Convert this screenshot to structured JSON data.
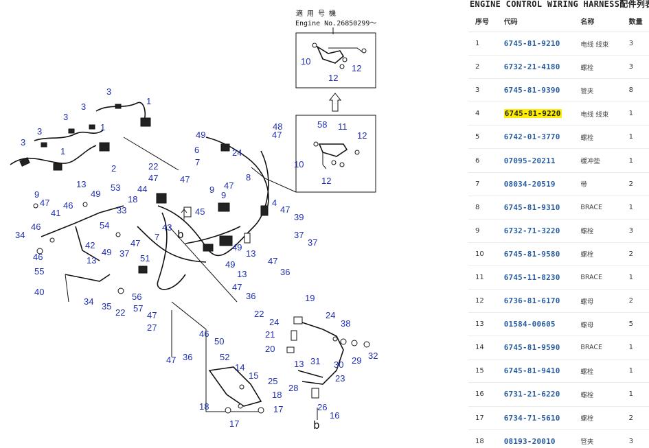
{
  "panel": {
    "title": "ENGINE CONTROL WIRING HARNESS配件列表",
    "headers": {
      "no": "序号",
      "code": "代码",
      "name": "名称",
      "qty": "数量"
    },
    "highlight_color": "#ffee00",
    "link_color": "#2a5ea0",
    "rows": [
      {
        "no": "1",
        "code": "6745-81-9210",
        "name": "电线 线束",
        "qty": "3",
        "highlighted": false
      },
      {
        "no": "2",
        "code": "6732-21-4180",
        "name": "螺栓",
        "qty": "3",
        "highlighted": false
      },
      {
        "no": "3",
        "code": "6745-81-9390",
        "name": "管夹",
        "qty": "8",
        "highlighted": false
      },
      {
        "no": "4",
        "code": "6745-81-9220",
        "name": "电线 线束",
        "qty": "1",
        "highlighted": true
      },
      {
        "no": "5",
        "code": "6742-01-3770",
        "name": "螺栓",
        "qty": "1",
        "highlighted": false
      },
      {
        "no": "6",
        "code": "07095-20211",
        "name": "缓冲垫",
        "qty": "1",
        "highlighted": false
      },
      {
        "no": "7",
        "code": "08034-20519",
        "name": "带",
        "qty": "2",
        "highlighted": false
      },
      {
        "no": "8",
        "code": "6745-81-9310",
        "name": "BRACE",
        "qty": "1",
        "highlighted": false
      },
      {
        "no": "9",
        "code": "6732-71-3220",
        "name": "螺栓",
        "qty": "3",
        "highlighted": false
      },
      {
        "no": "10",
        "code": "6745-81-9580",
        "name": "螺栓",
        "qty": "2",
        "highlighted": false
      },
      {
        "no": "11",
        "code": "6745-11-8230",
        "name": "BRACE",
        "qty": "1",
        "highlighted": false
      },
      {
        "no": "12",
        "code": "6736-81-6170",
        "name": "螺母",
        "qty": "2",
        "highlighted": false
      },
      {
        "no": "13",
        "code": "01584-00605",
        "name": "螺母",
        "qty": "5",
        "highlighted": false
      },
      {
        "no": "14",
        "code": "6745-81-9590",
        "name": "BRACE",
        "qty": "1",
        "highlighted": false
      },
      {
        "no": "15",
        "code": "6745-81-9410",
        "name": "螺栓",
        "qty": "1",
        "highlighted": false
      },
      {
        "no": "16",
        "code": "6731-21-6220",
        "name": "螺栓",
        "qty": "1",
        "highlighted": false
      },
      {
        "no": "17",
        "code": "6734-71-5610",
        "name": "螺栓",
        "qty": "2",
        "highlighted": false
      },
      {
        "no": "18",
        "code": "08193-20010",
        "name": "管夹",
        "qty": "3",
        "highlighted": false
      }
    ]
  },
  "diagram": {
    "note_line1": "適 用 号 機",
    "note_line2": "Engine No.26850299～",
    "view_letter": "b",
    "callout_color": "#1f2fb0"
  }
}
